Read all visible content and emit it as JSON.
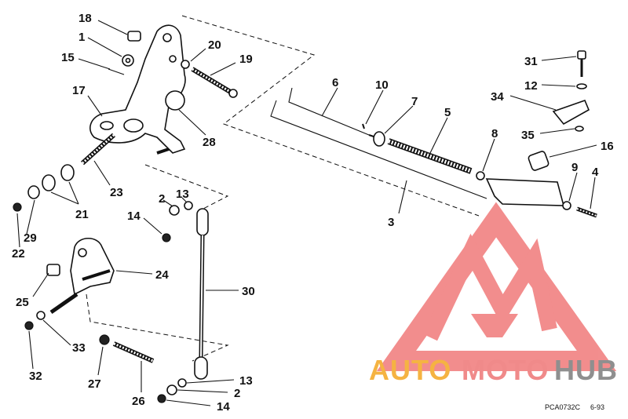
{
  "diagram": {
    "code": "PCA0732C",
    "date": "6-93",
    "callouts": [
      "1",
      "2",
      "3",
      "4",
      "5",
      "6",
      "7",
      "8",
      "9",
      "10",
      "12",
      "13",
      "14",
      "15",
      "16",
      "17",
      "18",
      "19",
      "20",
      "21",
      "22",
      "23",
      "24",
      "25",
      "26",
      "27",
      "28",
      "29",
      "30",
      "31",
      "32",
      "33",
      "34",
      "35"
    ]
  },
  "watermark": {
    "text_a": "AUTO",
    "text_b": "MOTO",
    "text_c": "HUB",
    "color_a": "#f5b342",
    "color_b": "#f08a8a",
    "color_c": "#8f8f8f",
    "logo_color": "#f07a7a"
  },
  "labels": [
    {
      "id": "18",
      "text": "18"
    },
    {
      "id": "1",
      "text": "1"
    },
    {
      "id": "15",
      "text": "15"
    },
    {
      "id": "17",
      "text": "17"
    },
    {
      "id": "20",
      "text": "20"
    },
    {
      "id": "19",
      "text": "19"
    },
    {
      "id": "28",
      "text": "28"
    },
    {
      "id": "23",
      "text": "23"
    },
    {
      "id": "21",
      "text": "21"
    },
    {
      "id": "22",
      "text": "22"
    },
    {
      "id": "29",
      "text": "29"
    },
    {
      "id": "2a",
      "text": "2"
    },
    {
      "id": "13a",
      "text": "13"
    },
    {
      "id": "14a",
      "text": "14"
    },
    {
      "id": "24",
      "text": "24"
    },
    {
      "id": "25",
      "text": "25"
    },
    {
      "id": "33",
      "text": "33"
    },
    {
      "id": "32",
      "text": "32"
    },
    {
      "id": "27",
      "text": "27"
    },
    {
      "id": "26",
      "text": "26"
    },
    {
      "id": "30",
      "text": "30"
    },
    {
      "id": "13b",
      "text": "13"
    },
    {
      "id": "2b",
      "text": "2"
    },
    {
      "id": "14b",
      "text": "14"
    },
    {
      "id": "6",
      "text": "6"
    },
    {
      "id": "10",
      "text": "10"
    },
    {
      "id": "7",
      "text": "7"
    },
    {
      "id": "5",
      "text": "5"
    },
    {
      "id": "8",
      "text": "8"
    },
    {
      "id": "3",
      "text": "3"
    },
    {
      "id": "16",
      "text": "16"
    },
    {
      "id": "9",
      "text": "9"
    },
    {
      "id": "4",
      "text": "4"
    },
    {
      "id": "31",
      "text": "31"
    },
    {
      "id": "12",
      "text": "12"
    },
    {
      "id": "34",
      "text": "34"
    },
    {
      "id": "35",
      "text": "35"
    }
  ]
}
